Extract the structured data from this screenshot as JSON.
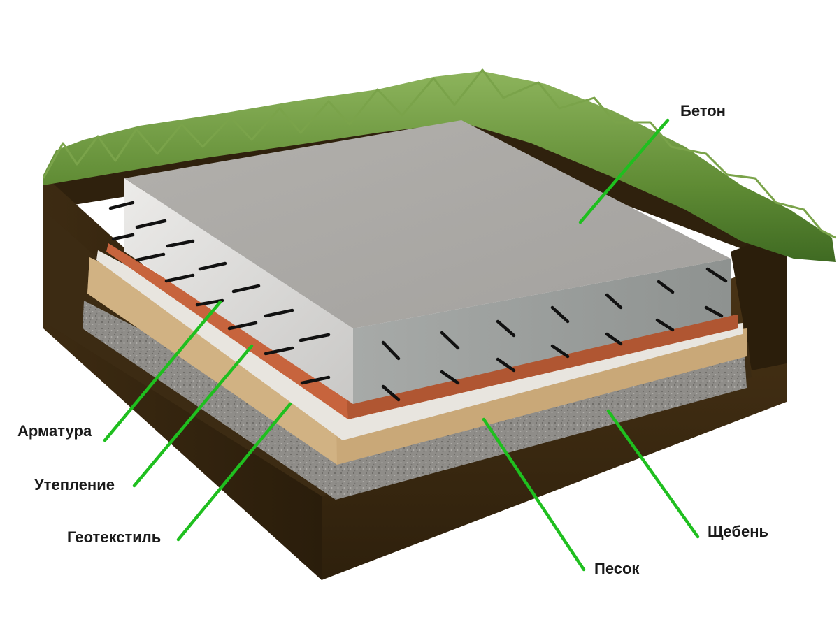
{
  "labels": {
    "beton": "Бетон",
    "armatura": "Арматура",
    "uteplenie": "Утепление",
    "geotextil": "Геотекстиль",
    "sheben": "Щебень",
    "pesok": "Песок"
  },
  "colors": {
    "leader": "#1fbf1f",
    "concrete_top": "#a9a7a4",
    "concrete_side": "#9ea19f",
    "insulation": "#c7643d",
    "geotextile": "#e5e2dc",
    "sand": "#c9a878",
    "gravel": "#8d8b87",
    "soil": "#3a2a13",
    "grass": "#5f8b34",
    "rebar": "#111111"
  }
}
